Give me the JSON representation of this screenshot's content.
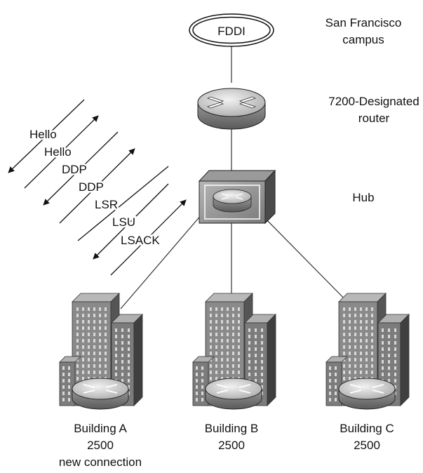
{
  "fddi": {
    "label": "FDDI",
    "caption": [
      "San Francisco",
      "campus"
    ]
  },
  "designated_router": {
    "caption": [
      "7200-Designated",
      "router"
    ]
  },
  "hub": {
    "caption": "Hub"
  },
  "packet_exchange": [
    {
      "label": "Hello",
      "direction": "left"
    },
    {
      "label": "Hello",
      "direction": "right"
    },
    {
      "label": "DDP",
      "direction": "left"
    },
    {
      "label": "DDP",
      "direction": "right"
    },
    {
      "label": "LSR",
      "direction": "none"
    },
    {
      "label": "LSU",
      "direction": "left"
    },
    {
      "label": "LSACK",
      "direction": "right"
    }
  ],
  "buildings": [
    {
      "id": "a",
      "name": "Building A",
      "model": "2500",
      "note": "new connection"
    },
    {
      "id": "b",
      "name": "Building B",
      "model": "2500",
      "note": ""
    },
    {
      "id": "c",
      "name": "Building C",
      "model": "2500",
      "note": ""
    }
  ],
  "colors": {
    "line": "#111111",
    "building_front": "#8a8a8a",
    "building_side": "#555555",
    "router_face": "#cfcfcf"
  }
}
